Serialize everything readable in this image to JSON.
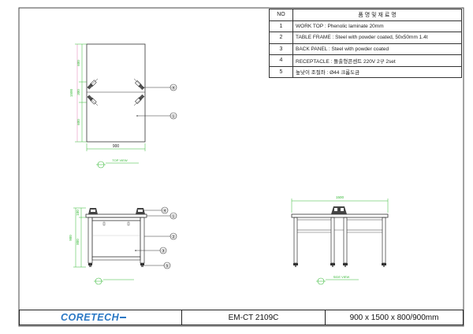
{
  "parts_table": {
    "header_no": "NO",
    "header_name": "품 명  및  재 료 명",
    "rows": [
      {
        "no": "1",
        "name": "WORK TOP : Phenolic laminate 20mm"
      },
      {
        "no": "2",
        "name": "TABLE FRAME : Steel with powder coated, 50x50mm 1.4t"
      },
      {
        "no": "3",
        "name": "BACK PANEL : Steel with powder coated"
      },
      {
        "no": "4",
        "name": "RECEPTACLE : 돌출형콘센트 220V 2구 2set"
      },
      {
        "no": "5",
        "name": "높낮이 조절좌 : Ø44 크롬도금"
      }
    ]
  },
  "top_view": {
    "caption": "TOP VIEW",
    "dim_width": "900",
    "dim_total": "1500",
    "dim_upper": "600",
    "dim_mid": "300",
    "dim_lower": "600",
    "callout_4": "④",
    "callout_1": "①"
  },
  "front_view": {
    "dim_total": "900",
    "dim_top": "100",
    "dim_body": "800",
    "callout_4": "④",
    "callout_1": "①",
    "callout_2": "②",
    "callout_3": "③",
    "callout_5": "⑤"
  },
  "side_view": {
    "caption": "SIDE VIEW",
    "dim_length": "1500"
  },
  "title_block": {
    "brand": "CORETECH",
    "model": "EM-CT 2109C",
    "size": "900 x 1500 x 800/900mm"
  },
  "colors": {
    "brand": "#2b78c4",
    "dimension": "#33b833",
    "outline": "#333333",
    "pink_dim": "#e07ab0"
  }
}
